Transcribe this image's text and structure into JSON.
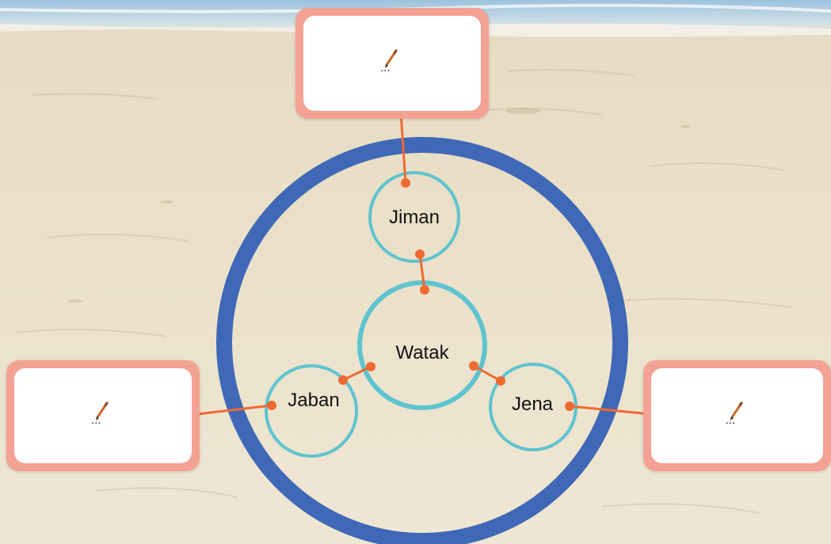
{
  "diagram": {
    "center": {
      "label": "Watak"
    },
    "branches": [
      {
        "label": "Jiman"
      },
      {
        "label": "Jaban"
      },
      {
        "label": "Jena"
      }
    ],
    "notes": [
      {
        "text": "...",
        "icon": "pencil-icon"
      },
      {
        "text": "...",
        "icon": "pencil-icon"
      },
      {
        "text": "...",
        "icon": "pencil-icon"
      }
    ]
  },
  "colors": {
    "outer_ring": "#3f68b6",
    "inner_rings": "#5ec4cf",
    "connectors": "#ef6a32",
    "note_frame": "#f3a294"
  }
}
